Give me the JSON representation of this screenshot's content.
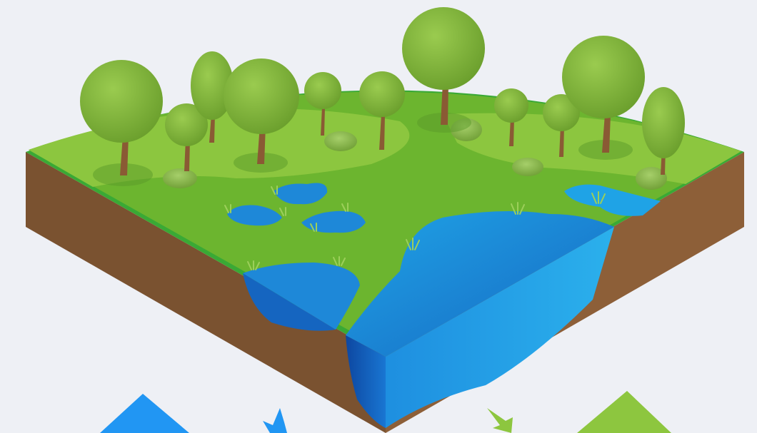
{
  "scene": {
    "subject": "isometric-landscape-block",
    "elements": [
      "trees",
      "shrubs",
      "ponds",
      "lake",
      "soil-layer",
      "grass-tufts"
    ],
    "colors": {
      "background": "#eef0f5",
      "grass": "#6cb52f",
      "grass_light": "#8cc63f",
      "grass_edge": "#3aa935",
      "soil_left": "#7a5230",
      "soil_right": "#8d5f38",
      "water_top": "#1e8ad6",
      "water_light": "#2aa7e6",
      "water_deep": "#1565c0",
      "water_side": "#1976d2",
      "tree_foliage": "#7fb53a",
      "tree_trunk": "#8a5a34",
      "corner_arrow_blue": "#2196f3",
      "corner_arrow_green": "#8dc63f"
    },
    "corner_icons": [
      "water-arrow-icon",
      "plant-arrow-icon"
    ]
  }
}
